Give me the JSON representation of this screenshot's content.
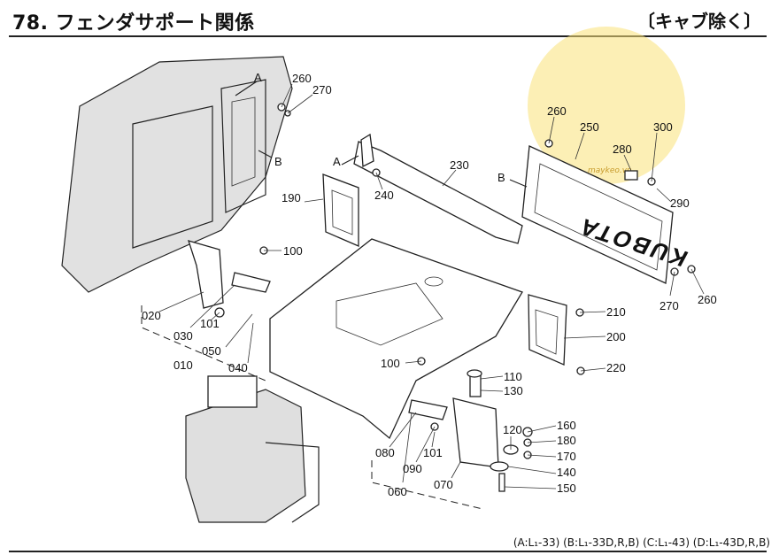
{
  "header": {
    "title": "78. フェンダサポート関係",
    "subtitle": "〔キャブ除く〕"
  },
  "footer": {
    "note": "(A:L₁-33) (B:L₁-33D,R,B) (C:L₁-43) (D:L₁-43D,R,B)"
  },
  "diagram": {
    "panel_text": "KUBOTA",
    "watermark_text": "maykeo.vn",
    "ref_labels": [
      "A",
      "A",
      "B",
      "B"
    ],
    "part_labels": [
      "260",
      "270",
      "230",
      "190",
      "240",
      "100",
      "020",
      "030",
      "101",
      "050",
      "010",
      "040",
      "260",
      "250",
      "300",
      "280",
      "290",
      "270",
      "260",
      "210",
      "200",
      "100",
      "110",
      "130",
      "220",
      "160",
      "180",
      "120",
      "170",
      "140",
      "150",
      "080",
      "090",
      "101",
      "060",
      "070"
    ]
  }
}
